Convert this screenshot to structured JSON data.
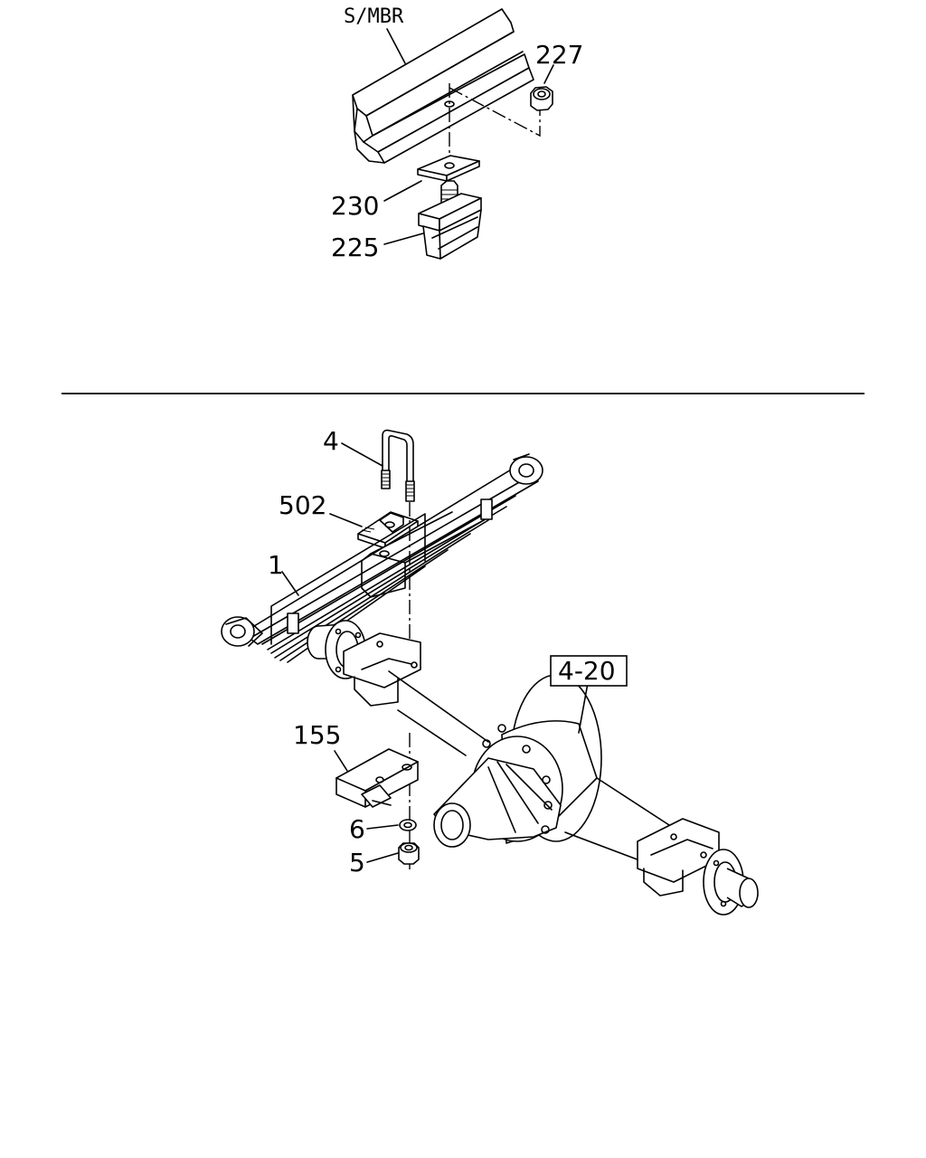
{
  "upper_section": {
    "callouts": {
      "frame_member": "S/MBR",
      "nut": "227",
      "spacer_plate": "230",
      "bump_stopper": "225"
    }
  },
  "lower_section": {
    "callouts": {
      "u_bolt": "4",
      "clip": "502",
      "leaf_spring": "1",
      "axle_assembly_ref": "4-20",
      "bracket_plate": "155",
      "washer": "6",
      "nut": "5"
    }
  }
}
